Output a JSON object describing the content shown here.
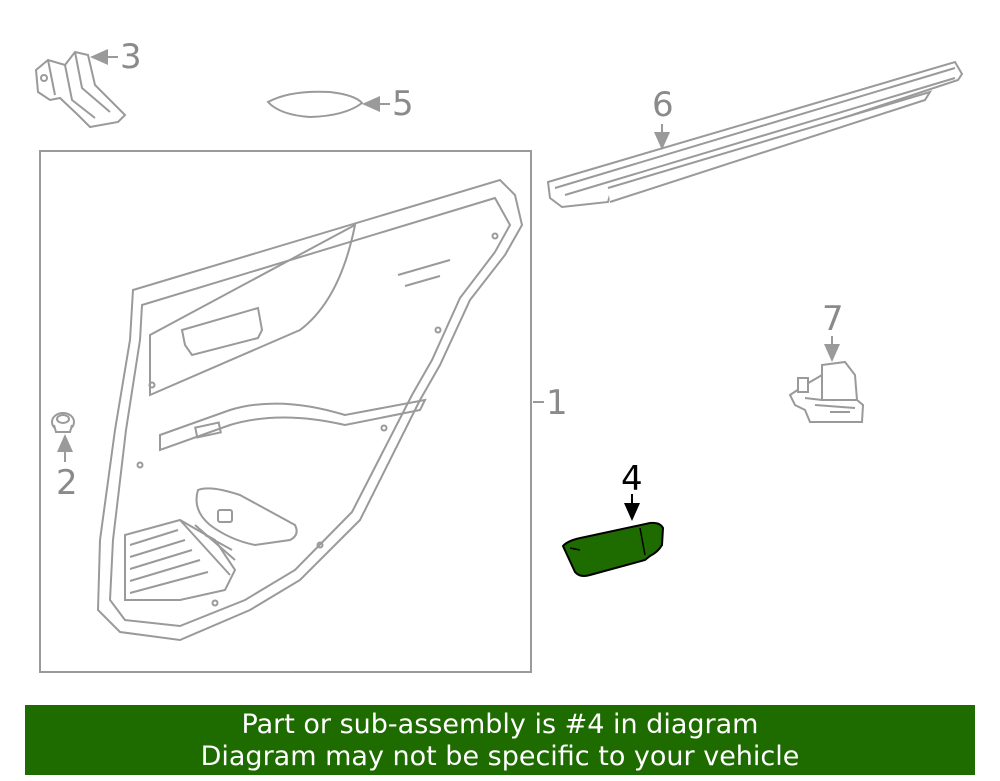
{
  "diagram": {
    "callouts": [
      "1",
      "2",
      "3",
      "4",
      "5",
      "6",
      "7"
    ],
    "highlight_part": "4",
    "colors": {
      "line": "#9a9a9a",
      "highlight_fill": "#1e6b00",
      "highlight_stroke": "#000000",
      "banner_bg": "#1e6b00",
      "banner_text": "#ffffff"
    }
  },
  "banner": {
    "line1": "Part or sub-assembly is #4 in diagram",
    "line2": "Diagram may not be specific to your vehicle"
  }
}
